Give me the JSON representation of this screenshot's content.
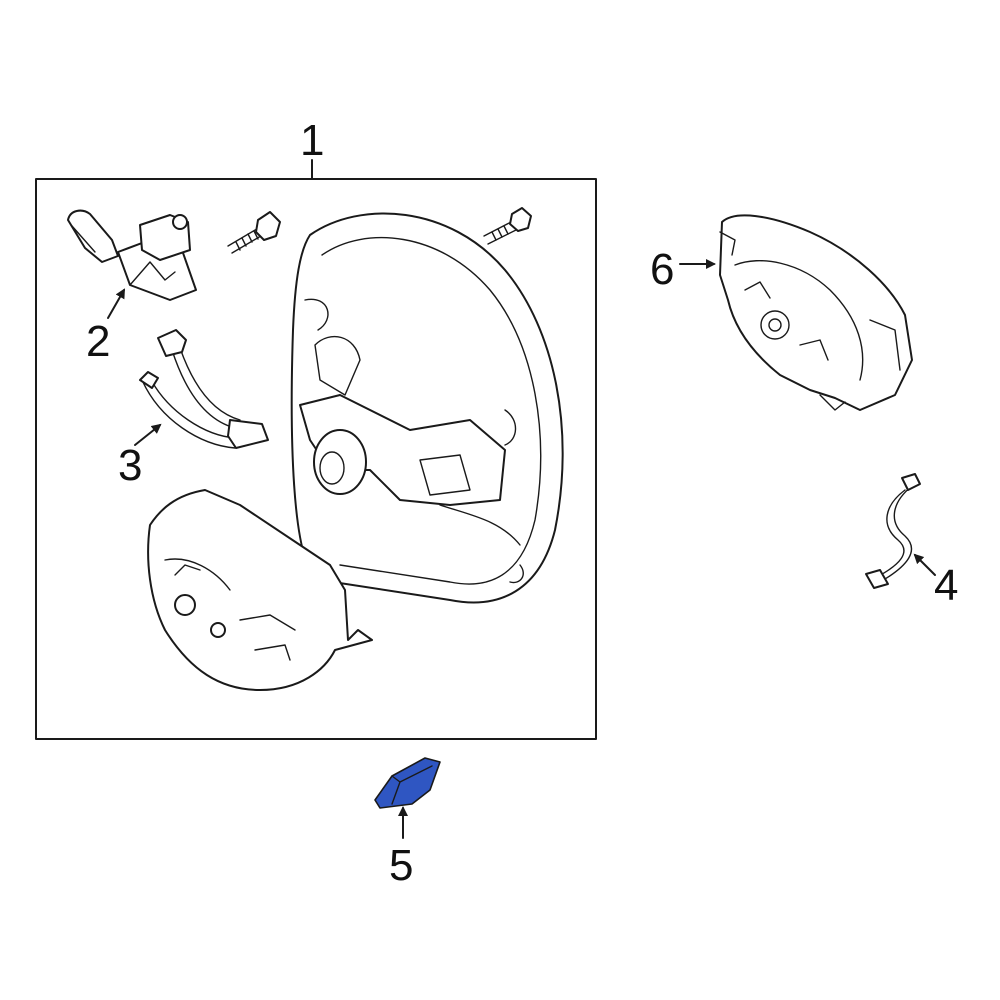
{
  "diagram": {
    "highlight_color": "#2f56c2",
    "callouts": [
      {
        "id": "1",
        "label": "1"
      },
      {
        "id": "2",
        "label": "2"
      },
      {
        "id": "3",
        "label": "3"
      },
      {
        "id": "4",
        "label": "4"
      },
      {
        "id": "5",
        "label": "5"
      },
      {
        "id": "6",
        "label": "6"
      }
    ]
  }
}
